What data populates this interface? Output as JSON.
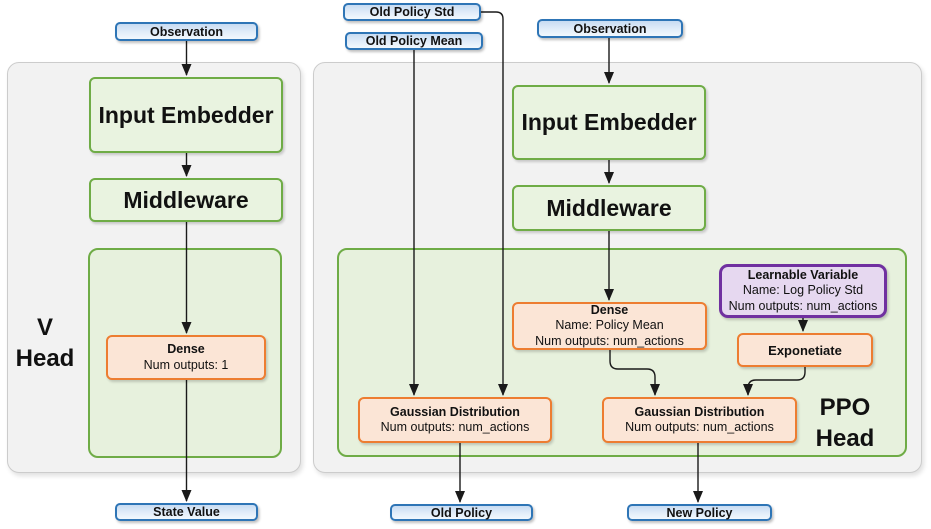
{
  "colors": {
    "panel_fill": "#F2F2F2",
    "panel_border": "#CCCCCC",
    "green_fill": "#E7F1DD",
    "green_border": "#6FAC46",
    "blue_fill": "#DCE9F7",
    "blue_border": "#2E75B6",
    "orange_fill": "#FBE5D6",
    "orange_border": "#ED7D31",
    "purple_fill": "#E6D8F0",
    "purple_border": "#7030A0",
    "connector": "#1A1A1A"
  },
  "v_head": {
    "label_line1": "V",
    "label_line2": "Head",
    "observation": "Observation",
    "input_embedder": "Input Embedder",
    "middleware": "Middleware",
    "dense": {
      "title": "Dense",
      "outputs_line": "Num outputs: 1"
    },
    "state_value": "State Value"
  },
  "ppo_head": {
    "label_line1": "PPO",
    "label_line2": "Head",
    "old_policy_std": "Old Policy Std",
    "old_policy_mean": "Old Policy Mean",
    "observation": "Observation",
    "input_embedder": "Input Embedder",
    "middleware": "Middleware",
    "dense": {
      "title": "Dense",
      "name_line": "Name: Policy Mean",
      "outputs_line": "Num outputs: num_actions"
    },
    "learnable_variable": {
      "title": "Learnable Variable",
      "name_line": "Name: Log Policy Std",
      "outputs_line": "Num outputs: num_actions"
    },
    "exponetiate": "Exponetiate",
    "gaussian_old": {
      "title": "Gaussian Distribution",
      "outputs_line": "Num outputs: num_actions"
    },
    "gaussian_new": {
      "title": "Gaussian Distribution",
      "outputs_line": "Num outputs: num_actions"
    },
    "old_policy": "Old Policy",
    "new_policy": "New Policy"
  }
}
